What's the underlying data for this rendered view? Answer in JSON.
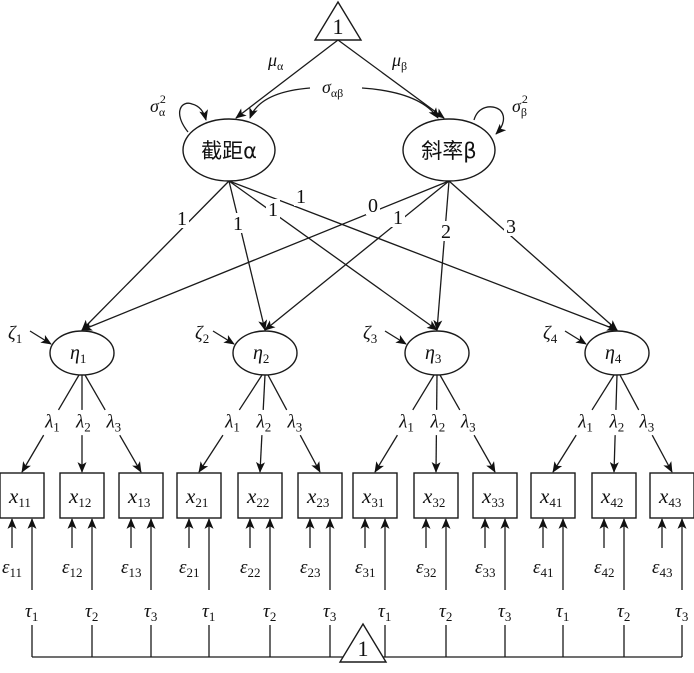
{
  "diagram": {
    "type": "latent growth curve model (second-order)",
    "constant_top": "1",
    "constant_bottom": "1",
    "mean_labels": {
      "intercept": {
        "base": "μ",
        "sub": "α"
      },
      "slope": {
        "base": "μ",
        "sub": "β"
      }
    },
    "covariance_label": {
      "base": "σ",
      "sub": "αβ"
    },
    "variance_labels": {
      "intercept": {
        "base": "σ",
        "sub": "α",
        "sup": "2"
      },
      "slope": {
        "base": "σ",
        "sub": "β",
        "sup": "2"
      }
    },
    "growth_factors": [
      {
        "id": "intercept",
        "label": "截距α"
      },
      {
        "id": "slope",
        "label": "斜率β"
      }
    ],
    "intercept_loadings": [
      "1",
      "1",
      "1",
      "1"
    ],
    "slope_loadings": [
      "0",
      "1",
      "2",
      "3"
    ],
    "latent_factors": [
      {
        "base": "η",
        "sub": "1",
        "disturbance": {
          "base": "ζ",
          "sub": "1"
        }
      },
      {
        "base": "η",
        "sub": "2",
        "disturbance": {
          "base": "ζ",
          "sub": "2"
        }
      },
      {
        "base": "η",
        "sub": "3",
        "disturbance": {
          "base": "ζ",
          "sub": "3"
        }
      },
      {
        "base": "η",
        "sub": "4",
        "disturbance": {
          "base": "ζ",
          "sub": "4"
        }
      }
    ],
    "factor_loadings": [
      {
        "base": "λ",
        "sub": "1"
      },
      {
        "base": "λ",
        "sub": "2"
      },
      {
        "base": "λ",
        "sub": "3"
      }
    ],
    "indicators": [
      {
        "base": "x",
        "sub": "11",
        "error": {
          "base": "ε",
          "sub": "11"
        },
        "intercept": {
          "base": "τ",
          "sub": "1"
        }
      },
      {
        "base": "x",
        "sub": "12",
        "error": {
          "base": "ε",
          "sub": "12"
        },
        "intercept": {
          "base": "τ",
          "sub": "2"
        }
      },
      {
        "base": "x",
        "sub": "13",
        "error": {
          "base": "ε",
          "sub": "13"
        },
        "intercept": {
          "base": "τ",
          "sub": "3"
        }
      },
      {
        "base": "x",
        "sub": "21",
        "error": {
          "base": "ε",
          "sub": "21"
        },
        "intercept": {
          "base": "τ",
          "sub": "1"
        }
      },
      {
        "base": "x",
        "sub": "22",
        "error": {
          "base": "ε",
          "sub": "22"
        },
        "intercept": {
          "base": "τ",
          "sub": "2"
        }
      },
      {
        "base": "x",
        "sub": "23",
        "error": {
          "base": "ε",
          "sub": "23"
        },
        "intercept": {
          "base": "τ",
          "sub": "3"
        }
      },
      {
        "base": "x",
        "sub": "31",
        "error": {
          "base": "ε",
          "sub": "31"
        },
        "intercept": {
          "base": "τ",
          "sub": "1"
        }
      },
      {
        "base": "x",
        "sub": "32",
        "error": {
          "base": "ε",
          "sub": "32"
        },
        "intercept": {
          "base": "τ",
          "sub": "2"
        }
      },
      {
        "base": "x",
        "sub": "33",
        "error": {
          "base": "ε",
          "sub": "33"
        },
        "intercept": {
          "base": "τ",
          "sub": "3"
        }
      },
      {
        "base": "x",
        "sub": "41",
        "error": {
          "base": "ε",
          "sub": "41"
        },
        "intercept": {
          "base": "τ",
          "sub": "1"
        }
      },
      {
        "base": "x",
        "sub": "42",
        "error": {
          "base": "ε",
          "sub": "42"
        },
        "intercept": {
          "base": "τ",
          "sub": "2"
        }
      },
      {
        "base": "x",
        "sub": "43",
        "error": {
          "base": "ε",
          "sub": "43"
        },
        "intercept": {
          "base": "τ",
          "sub": "3"
        }
      }
    ]
  }
}
